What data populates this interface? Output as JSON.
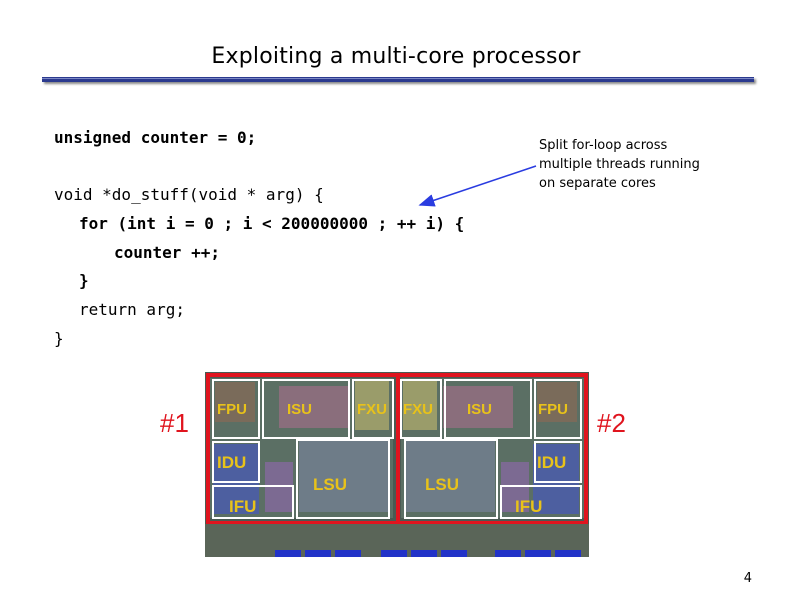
{
  "slide": {
    "title": "Exploiting a multi-core processor",
    "page_number": "4"
  },
  "code": {
    "lines": [
      "unsigned counter = 0;",
      "void *do_stuff(void * arg) {",
      "for (int i = 0 ; i < 200000000 ; ++ i) {",
      "counter ++;",
      "}",
      "return arg;",
      "}"
    ]
  },
  "annotation": {
    "lines": [
      "Split for-loop across",
      "multiple threads running",
      "on separate cores"
    ]
  },
  "figure": {
    "core_labels": [
      "#1",
      "#2"
    ],
    "units": {
      "fpu": "FPU",
      "isu": "ISU",
      "fxu": "FXU",
      "idu": "IDU",
      "lsu": "LSU",
      "ifu": "IFU"
    },
    "accent_color": "#e0141e"
  },
  "colors": {
    "title_rule": "#2b3a8f",
    "arrow": "#2a3ce0",
    "core_border": "#e0141e"
  }
}
